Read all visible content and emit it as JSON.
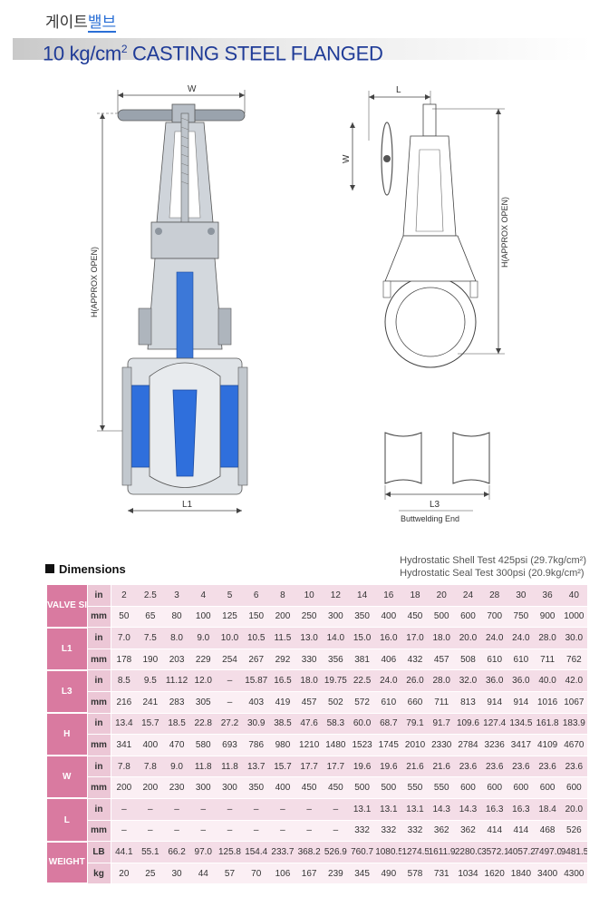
{
  "header": {
    "title_prefix": "게이트",
    "title_highlight": "밸브",
    "subtitle_main": "10 kg/cm",
    "subtitle_sup": "2",
    "subtitle_rest": " CASTING STEEL FLANGED"
  },
  "drawing_labels": {
    "w": "W",
    "l": "L",
    "l1": "L1",
    "l3": "L3",
    "h_left": "H(APPROX OPEN)",
    "h_right": "H(APPROX OPEN)",
    "buttwelding": "Buttwelding End"
  },
  "dimensions": {
    "heading": "Dimensions",
    "shell_test": "Hydrostatic Shell Test 425psi (29.7kg/cm²)",
    "seal_test": "Hydrostatic Seal Test 300psi (20.9kg/cm²)",
    "groups": [
      {
        "label": "VALVE SIZE",
        "rows": [
          {
            "unit": "in",
            "values": [
              "2",
              "2.5",
              "3",
              "4",
              "5",
              "6",
              "8",
              "10",
              "12",
              "14",
              "16",
              "18",
              "20",
              "24",
              "28",
              "30",
              "36",
              "40"
            ]
          },
          {
            "unit": "mm",
            "values": [
              "50",
              "65",
              "80",
              "100",
              "125",
              "150",
              "200",
              "250",
              "300",
              "350",
              "400",
              "450",
              "500",
              "600",
              "700",
              "750",
              "900",
              "1000"
            ]
          }
        ]
      },
      {
        "label": "L1",
        "rows": [
          {
            "unit": "in",
            "values": [
              "7.0",
              "7.5",
              "8.0",
              "9.0",
              "10.0",
              "10.5",
              "11.5",
              "13.0",
              "14.0",
              "15.0",
              "16.0",
              "17.0",
              "18.0",
              "20.0",
              "24.0",
              "24.0",
              "28.0",
              "30.0"
            ]
          },
          {
            "unit": "mm",
            "values": [
              "178",
              "190",
              "203",
              "229",
              "254",
              "267",
              "292",
              "330",
              "356",
              "381",
              "406",
              "432",
              "457",
              "508",
              "610",
              "610",
              "711",
              "762"
            ]
          }
        ]
      },
      {
        "label": "L3",
        "rows": [
          {
            "unit": "in",
            "values": [
              "8.5",
              "9.5",
              "11.12",
              "12.0",
              "–",
              "15.87",
              "16.5",
              "18.0",
              "19.75",
              "22.5",
              "24.0",
              "26.0",
              "28.0",
              "32.0",
              "36.0",
              "36.0",
              "40.0",
              "42.0"
            ]
          },
          {
            "unit": "mm",
            "values": [
              "216",
              "241",
              "283",
              "305",
              "–",
              "403",
              "419",
              "457",
              "502",
              "572",
              "610",
              "660",
              "711",
              "813",
              "914",
              "914",
              "1016",
              "1067"
            ]
          }
        ]
      },
      {
        "label": "H",
        "rows": [
          {
            "unit": "in",
            "values": [
              "13.4",
              "15.7",
              "18.5",
              "22.8",
              "27.2",
              "30.9",
              "38.5",
              "47.6",
              "58.3",
              "60.0",
              "68.7",
              "79.1",
              "91.7",
              "109.6",
              "127.4",
              "134.5",
              "161.8",
              "183.9"
            ]
          },
          {
            "unit": "mm",
            "values": [
              "341",
              "400",
              "470",
              "580",
              "693",
              "786",
              "980",
              "1210",
              "1480",
              "1523",
              "1745",
              "2010",
              "2330",
              "2784",
              "3236",
              "3417",
              "4109",
              "4670"
            ]
          }
        ]
      },
      {
        "label": "W",
        "rows": [
          {
            "unit": "in",
            "values": [
              "7.8",
              "7.8",
              "9.0",
              "11.8",
              "11.8",
              "13.7",
              "15.7",
              "17.7",
              "17.7",
              "19.6",
              "19.6",
              "21.6",
              "21.6",
              "23.6",
              "23.6",
              "23.6",
              "23.6",
              "23.6"
            ]
          },
          {
            "unit": "mm",
            "values": [
              "200",
              "200",
              "230",
              "300",
              "300",
              "350",
              "400",
              "450",
              "450",
              "500",
              "500",
              "550",
              "550",
              "600",
              "600",
              "600",
              "600",
              "600"
            ]
          }
        ]
      },
      {
        "label": "L",
        "rows": [
          {
            "unit": "in",
            "values": [
              "–",
              "–",
              "–",
              "–",
              "–",
              "–",
              "–",
              "–",
              "–",
              "13.1",
              "13.1",
              "13.1",
              "14.3",
              "14.3",
              "16.3",
              "16.3",
              "18.4",
              "20.0"
            ]
          },
          {
            "unit": "mm",
            "values": [
              "–",
              "–",
              "–",
              "–",
              "–",
              "–",
              "–",
              "–",
              "–",
              "332",
              "332",
              "332",
              "362",
              "362",
              "414",
              "414",
              "468",
              "526"
            ]
          }
        ]
      },
      {
        "label": "WEIGHT",
        "rows": [
          {
            "unit": "LB",
            "values": [
              "44.1",
              "55.1",
              "66.2",
              "97.0",
              "125.8",
              "154.4",
              "233.7",
              "368.2",
              "526.9",
              "760.7",
              "1080.5",
              "1274.5",
              "1611.9",
              "2280.0",
              "3572.1",
              "4057.2",
              "7497.0",
              "9481.5"
            ]
          },
          {
            "unit": "kg",
            "values": [
              "20",
              "25",
              "30",
              "44",
              "57",
              "70",
              "106",
              "167",
              "239",
              "345",
              "490",
              "578",
              "731",
              "1034",
              "1620",
              "1840",
              "3400",
              "4300"
            ]
          }
        ]
      }
    ]
  },
  "colors": {
    "group_cell": "#d97aa0",
    "unit_cell": "#ecc7d6",
    "row_in": "#f4dde7",
    "row_mm": "#fbeff4",
    "title_blue": "#1f3b97",
    "valve_blue": "#2f6fdc"
  }
}
